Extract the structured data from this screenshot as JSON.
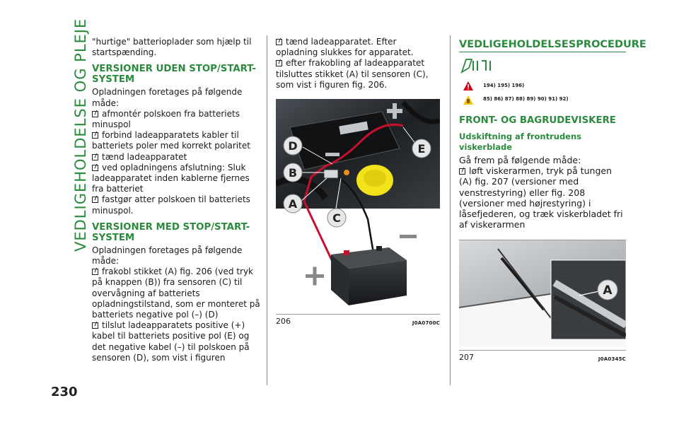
{
  "side_title": "VEDLIGEHOLDELSE OG PLEJE",
  "page_number": "230",
  "col1": {
    "intro": "\"hurtige\" batterioplader som hjælp til startspænding.",
    "section1": {
      "heading": "VERSIONER UDEN STOP/START-SYSTEM",
      "lead": "Opladningen foretages på følgende måde:",
      "bullets": [
        "afmontér polskoen fra batteriets minuspol",
        "forbind ladeapparatets kabler til batteriets poler med korrekt polaritet",
        "tænd ladeapparatet",
        "ved opladningens afslutning: Sluk ladeapparatet inden kablerne fjernes fra batteriet",
        "fastgør atter polskoen til batteriets minuspol."
      ]
    },
    "section2": {
      "heading": "VERSIONER MED STOP/START-SYSTEM",
      "lead": "Opladningen foretages på følgende måde:",
      "bullets": [
        "frakobl stikket (A) fig. 206 (ved tryk på knappen (B)) fra sensoren (C) til overvågning af batteriets opladningstilstand, som er monteret på batteriets negative pol (–) (D)",
        "tilslut ladeapparatets positive (+) kabel til batteriets positive pol (E) og det negative kabel (–) til polskoen på sensoren (D), som vist i figuren"
      ]
    }
  },
  "col2": {
    "bullets": [
      "tænd ladeapparatet. Efter opladning slukkes for apparatet.",
      "efter frakobling af ladeapparatet tilsluttes stikket (A) til sensoren (C), som vist i figuren fig. 206."
    ],
    "figure": {
      "number": "206",
      "code": "J0A0700C",
      "labels": {
        "d": "D",
        "e": "E",
        "b": "B",
        "a": "A",
        "c": "C"
      }
    }
  },
  "col3": {
    "heading": "VEDLIGEHOLDELSESPROCEDURE",
    "warnings_row1": "194) 195) 196)",
    "warnings_row2": "85) 86) 87) 88) 89) 90) 91) 92)",
    "section_heading": "FRONT- OG BAGRUDEVISKERE",
    "subheading": "Udskiftning af frontrudens viskerblade",
    "lead": "Gå frem på følgende måde:",
    "bullets": [
      "løft viskerarmen, tryk på tungen (A) fig. 207 (versioner med venstrestyring) eller fig. 208 (versioner med højrestyring) i låsefjederen, og træk viskerbladet fri af viskerarmen"
    ],
    "figure": {
      "number": "207",
      "code": "J0A0345C",
      "labels": {
        "a": "A"
      }
    }
  },
  "colors": {
    "accent_green": "#2b8a3e",
    "battery_red": "#c8102e",
    "warning_red": "#d0021b",
    "caution_yellow": "#f5c400",
    "cap_yellow": "#f2e21a"
  }
}
